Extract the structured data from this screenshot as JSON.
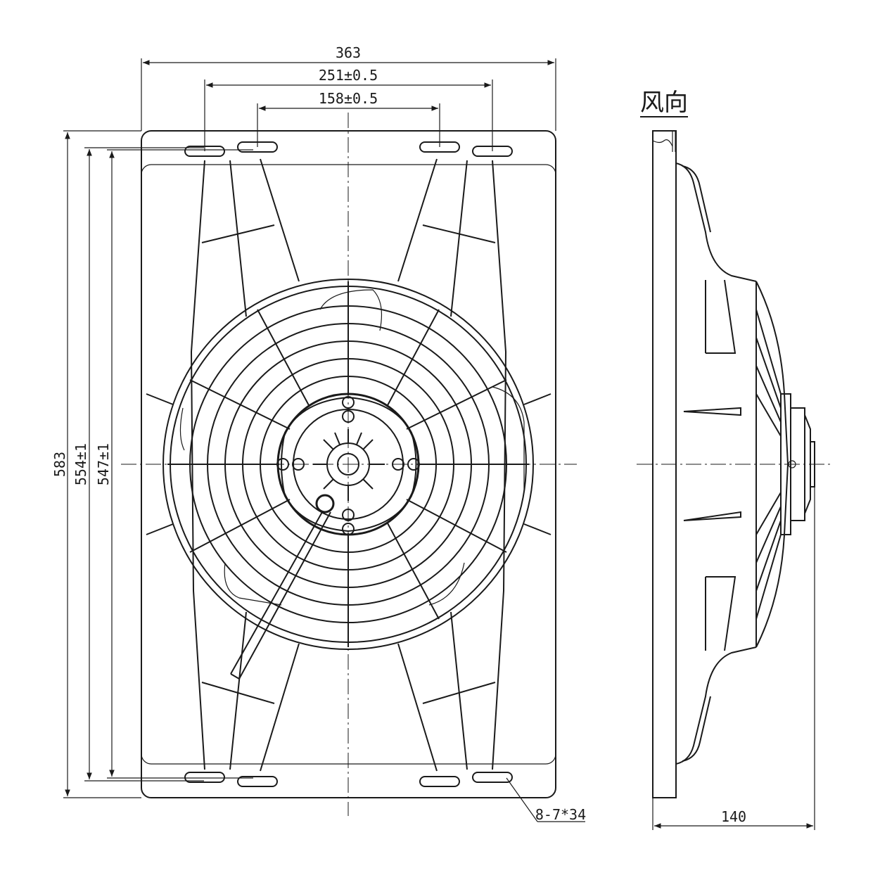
{
  "dimensions": {
    "overall_width": "363",
    "mount_spacing_outer": "251±0.5",
    "mount_spacing_inner": "158±0.5",
    "overall_height": "583",
    "mount_height_outer": "554±1",
    "mount_height_inner": "547±1",
    "slot_callout": "8-7*34",
    "depth": "140"
  },
  "side_view": {
    "airflow_label": "风向"
  }
}
